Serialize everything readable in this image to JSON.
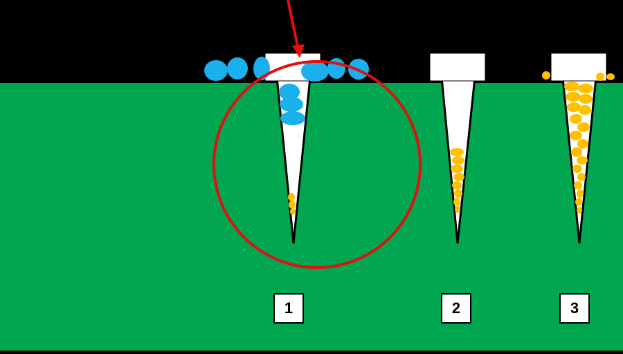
{
  "colors": {
    "sky": "#000000",
    "ground": "#00a650",
    "water": "#1ab0ec",
    "grain": "#ffc000",
    "marker": "#e01010",
    "nail": "#ffffff",
    "outline": "#000000"
  },
  "spikes": [
    {
      "label": "1",
      "water_in_hole": true
    },
    {
      "label": "2",
      "water_in_hole": false
    },
    {
      "label": "3",
      "water_in_hole": false
    }
  ]
}
